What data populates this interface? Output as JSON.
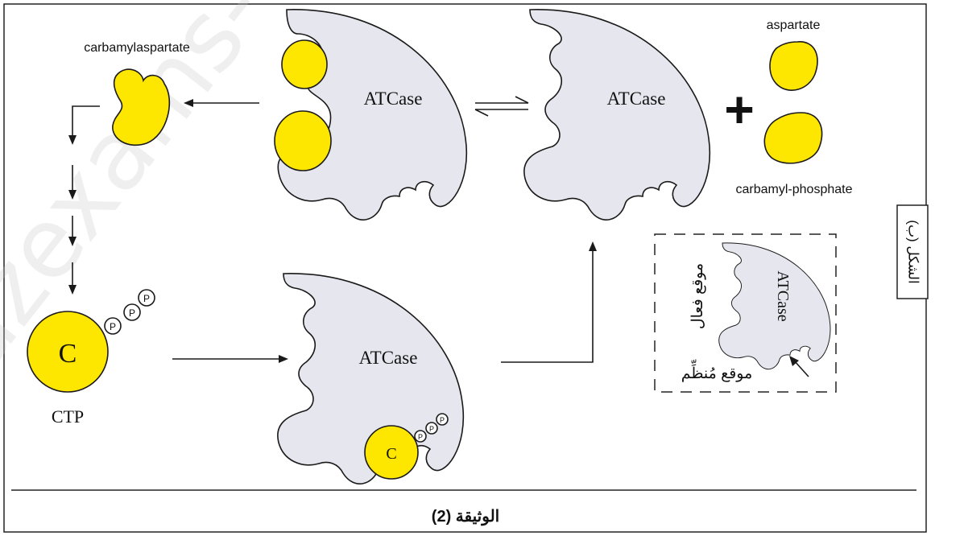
{
  "document_caption": "الوثيقة (2)",
  "figure_label": "الشكل (ب)",
  "watermark": "dzexams-education",
  "labels": {
    "carbamylaspartate": "carbamylaspartate",
    "aspartate": "aspartate",
    "carbamyl_phosphate": "carbamyl-phosphate",
    "ctp": "CTP",
    "ctp_letter": "C",
    "phosphate_letter": "P",
    "plus": "+",
    "enzyme": "ATCase"
  },
  "legend": {
    "active_site": "موقع فعال",
    "regulatory_site": "موقع مُنظِّم",
    "enzyme": "ATCase"
  },
  "colors": {
    "substrate": "#fde600",
    "enzyme": "#e6e6ee",
    "stroke": "#1a1a1a"
  }
}
